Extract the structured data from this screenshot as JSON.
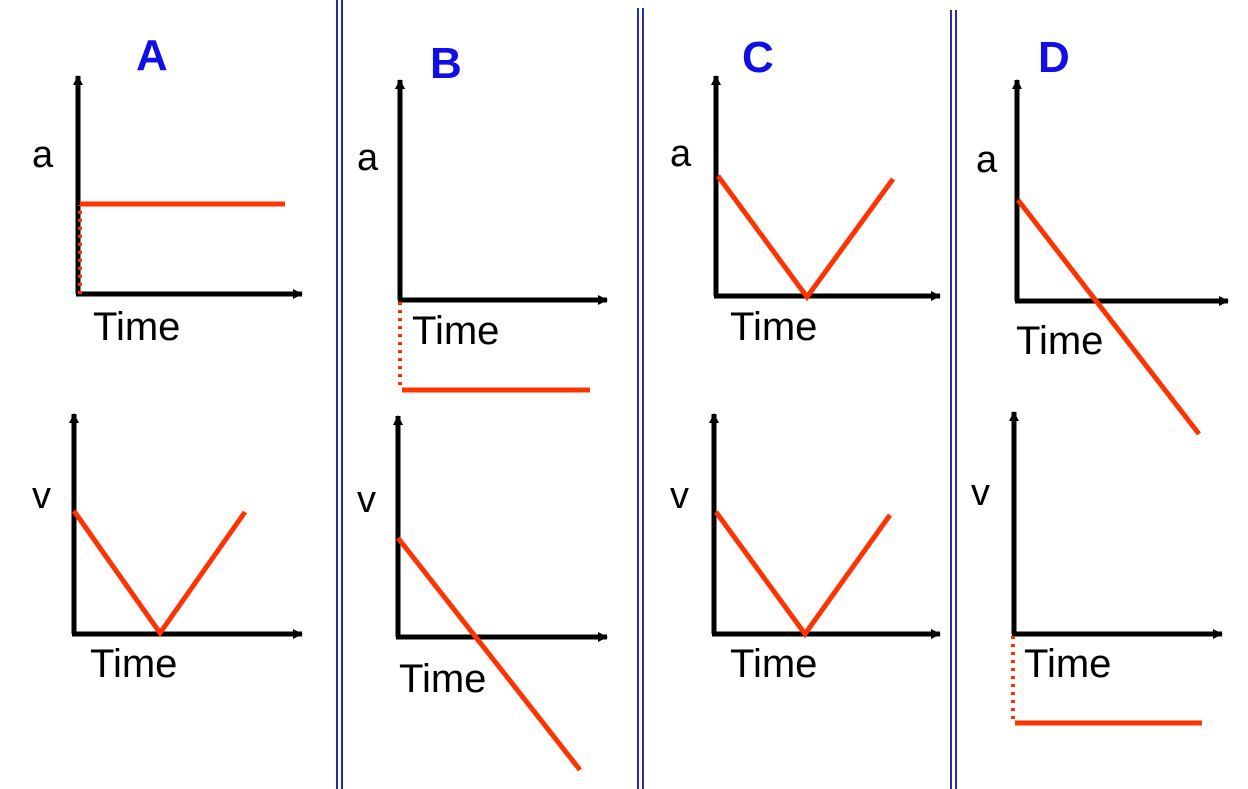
{
  "colors": {
    "background": "#ffffff",
    "axis": "#000000",
    "curve": "#ff3300",
    "divider": "#2a2ab0",
    "panel_label": "#1010e6"
  },
  "panels": [
    {
      "label": "A",
      "a_graph": {
        "y_label": "a",
        "x_label": "Time",
        "shape": "constant-positive"
      },
      "v_graph": {
        "y_label": "v",
        "x_label": "Time",
        "shape": "v-shape"
      }
    },
    {
      "label": "B",
      "a_graph": {
        "y_label": "a",
        "x_label": "Time",
        "shape": "constant-negative"
      },
      "v_graph": {
        "y_label": "v",
        "x_label": "Time",
        "shape": "decreasing-line"
      }
    },
    {
      "label": "C",
      "a_graph": {
        "y_label": "a",
        "x_label": "Time",
        "shape": "v-shape"
      },
      "v_graph": {
        "y_label": "v",
        "x_label": "Time",
        "shape": "v-shape"
      }
    },
    {
      "label": "D",
      "a_graph": {
        "y_label": "a",
        "x_label": "Time",
        "shape": "decreasing-line"
      },
      "v_graph": {
        "y_label": "v",
        "x_label": "Time",
        "shape": "constant-negative"
      }
    }
  ]
}
